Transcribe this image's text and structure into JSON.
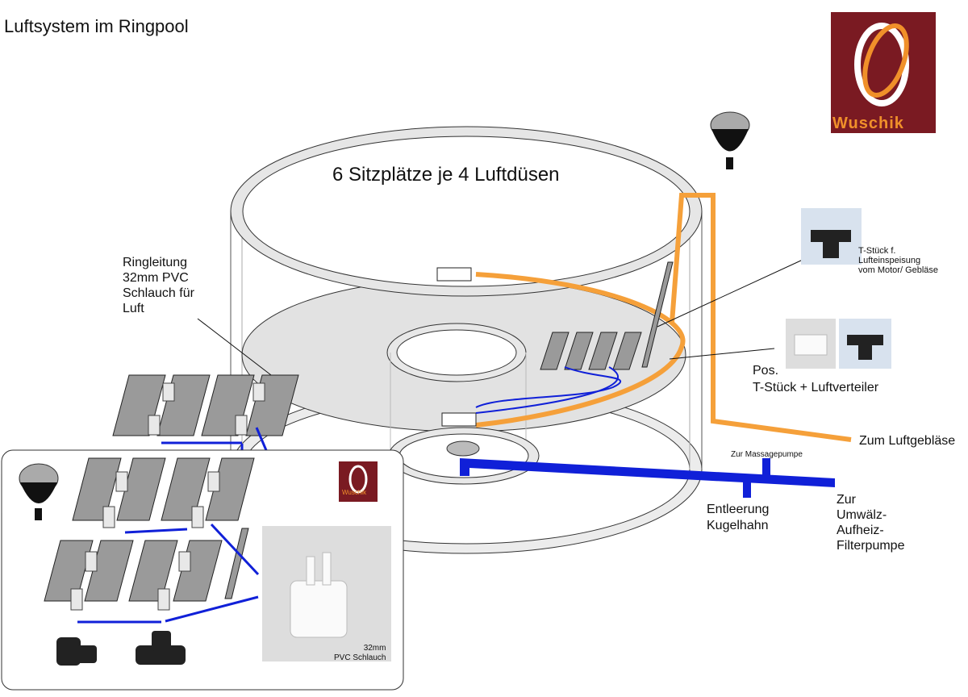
{
  "title": "Luftsystem im Ringpool",
  "logo": {
    "text": "Wuschik",
    "bg": "#7a1a22",
    "accent": "#f0902a"
  },
  "labels": {
    "seats": "6 Sitzplätze je 4 Luftdüsen",
    "ringleitung": "Ringleitung\n32mm PVC\nSchlauch für\nLuft",
    "t_stueck": "T-Stück f.\nLufteinspeisung\nvom Motor/ Gebläse",
    "pos": "Pos.\nT-Stück + Luftverteiler",
    "luftgeblaese": "Zum Luftgebläse",
    "massagepumpe": "Zur Massagepumpe",
    "entleerung": "Entleerung\nKugelhahn",
    "umwaelz": "Zur\nUmwälz-\nAufheiz-\nFilterpumpe",
    "pvc": "32mm\nPVC Schlauch"
  },
  "colors": {
    "air_pipe": "#f5a03a",
    "water_pipe": "#1020d8",
    "disc": "#e2e2e2"
  }
}
